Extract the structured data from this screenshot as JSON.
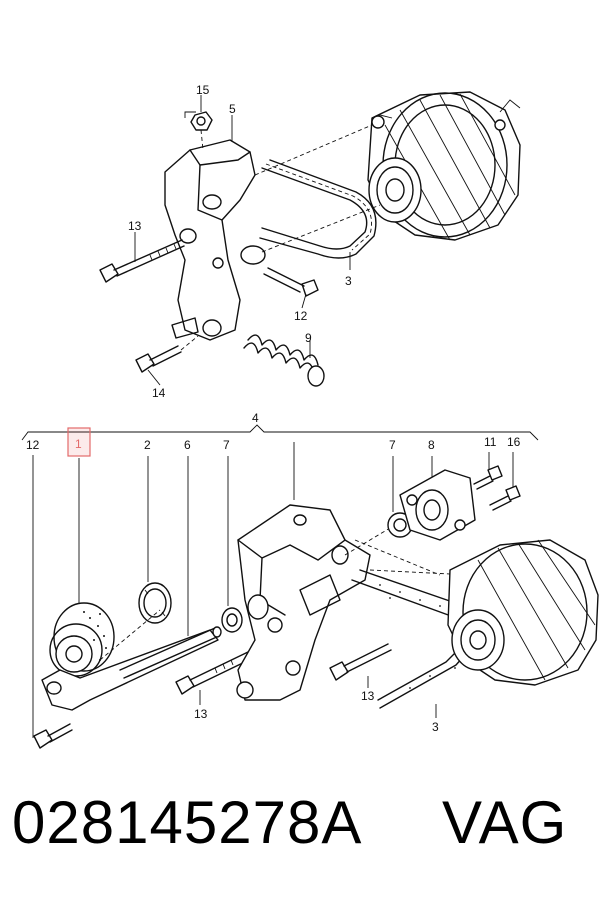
{
  "top_callouts": {
    "c15": "15",
    "c5": "5",
    "c13": "13",
    "c12": "12",
    "c3": "3",
    "c9": "9",
    "c14": "14"
  },
  "bottom_callouts": {
    "c4": "4",
    "c12": "12",
    "c1": "1",
    "c2": "2",
    "c6": "6",
    "c7a": "7",
    "c7b": "7",
    "c8": "8",
    "c11": "11",
    "c16": "16",
    "c13a": "13",
    "c13b": "13",
    "c3": "3"
  },
  "highlighted_callout": "1",
  "highlight_color": "#e36a6a",
  "footer": {
    "part_number": "028145278A",
    "brand": "VAG"
  }
}
